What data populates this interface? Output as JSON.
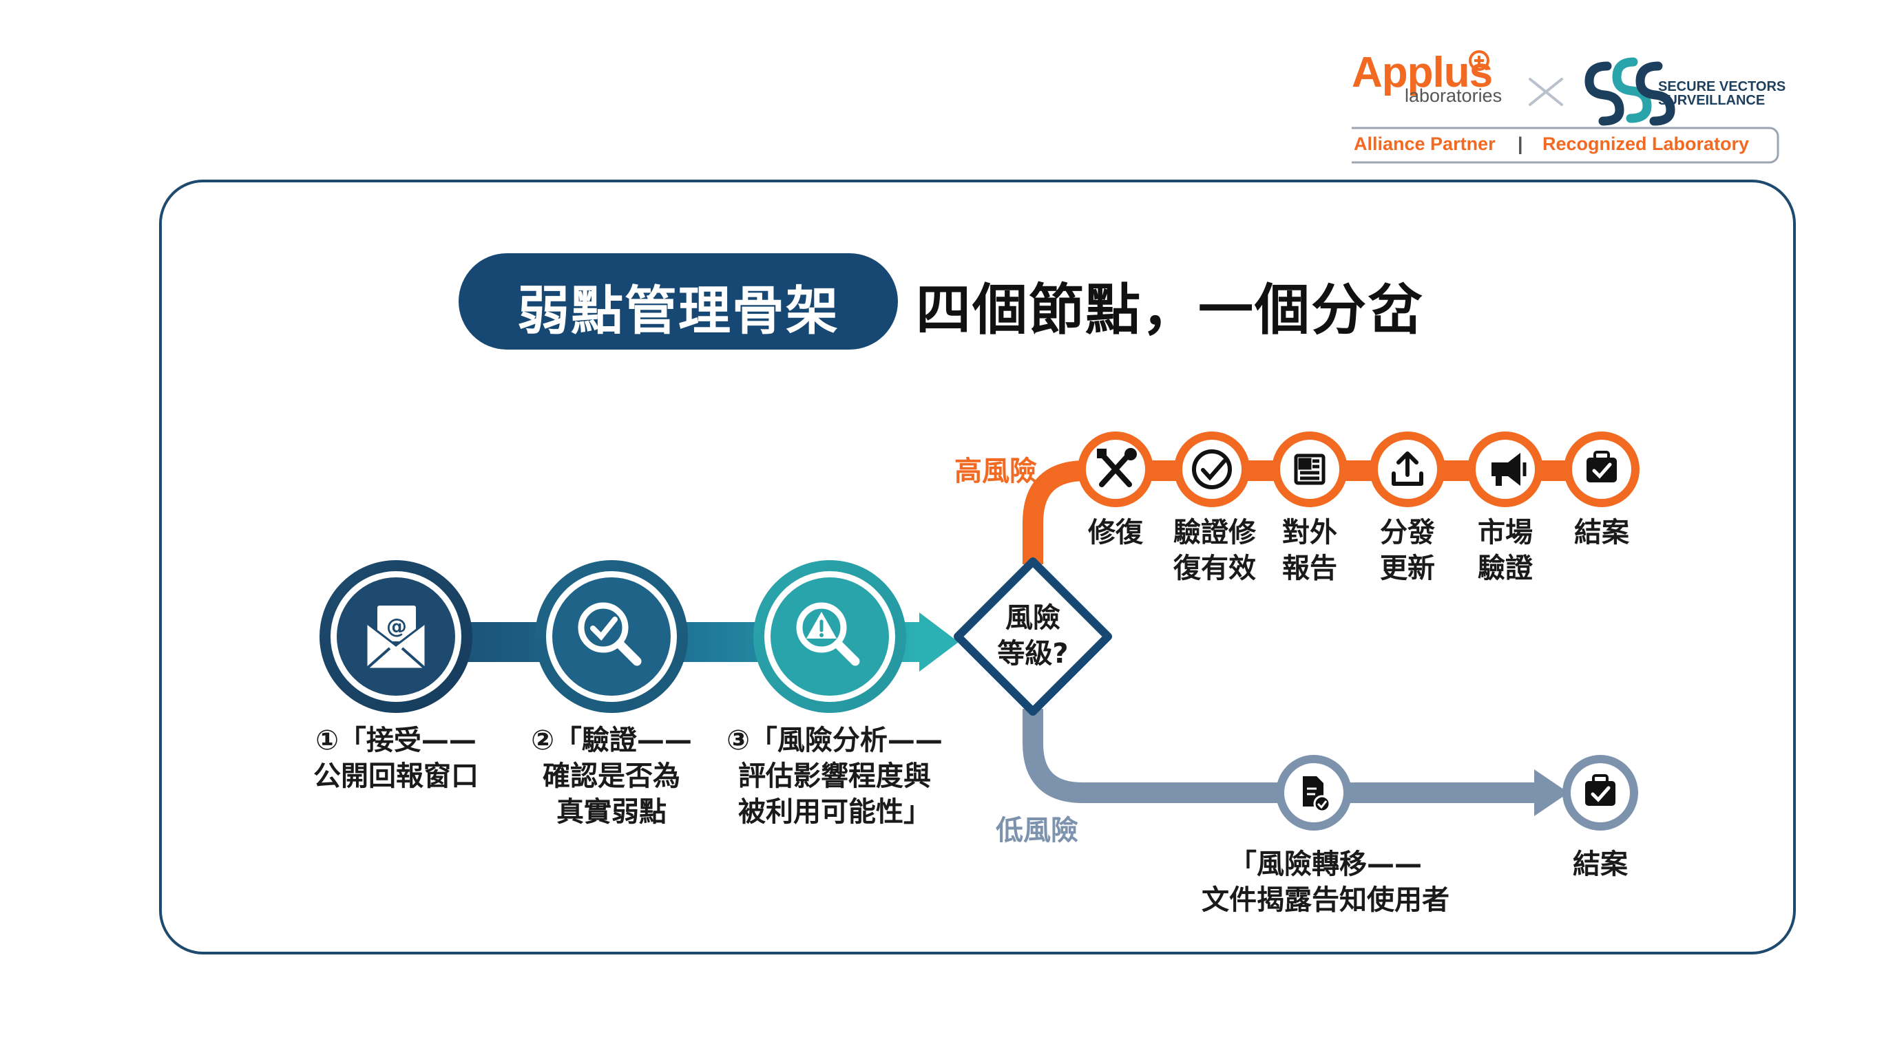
{
  "header": {
    "applus_brand": "Applus",
    "applus_sub": "laboratories",
    "svs_line1": "SECURE VECTORS",
    "svs_line2": "SURVEILLANCE",
    "partner_left": "Alliance Partner",
    "partner_divider": "|",
    "partner_right": "Recognized Laboratory"
  },
  "title": {
    "pill": "弱點管理骨架",
    "main": "四個節點，一個分岔"
  },
  "steps": [
    {
      "line1": "①「接受——",
      "line2": "公開回報窗口",
      "line3": ""
    },
    {
      "line1": "②「驗證——",
      "line2": "確認是否為",
      "line3": "真實弱點"
    },
    {
      "line1": "③「風險分析——",
      "line2": "評估影響程度與",
      "line3": "被利用可能性」"
    }
  ],
  "decision": {
    "line1": "風險",
    "line2": "等級?"
  },
  "high_branch": {
    "label": "高風險",
    "nodes": [
      {
        "line1": "修復",
        "line2": "",
        "icon": "tools-icon"
      },
      {
        "line1": "驗證修",
        "line2": "復有效",
        "icon": "check-circle-icon"
      },
      {
        "line1": "對外",
        "line2": "報告",
        "icon": "newspaper-icon"
      },
      {
        "line1": "分發",
        "line2": "更新",
        "icon": "upload-icon"
      },
      {
        "line1": "市場",
        "line2": "驗證",
        "icon": "megaphone-icon"
      },
      {
        "line1": "結案",
        "line2": "",
        "icon": "briefcase-check-icon"
      }
    ]
  },
  "low_branch": {
    "label": "低風險",
    "transfer_line1": "「風險轉移——",
    "transfer_line2": "文件揭露告知使用者",
    "close_label": "結案"
  },
  "colors": {
    "navy": "#1d4a6e",
    "teal": "#2aa4ab",
    "orange": "#f26a21",
    "slate": "#7d93ad"
  }
}
